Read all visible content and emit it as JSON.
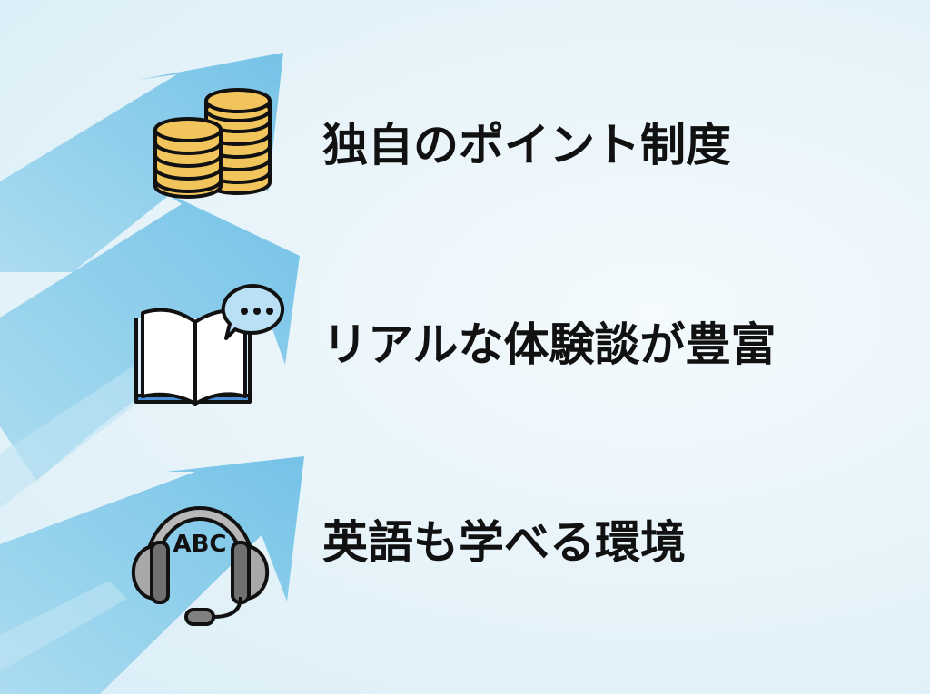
{
  "colors": {
    "background": "#e6f3f9",
    "arrow": "#7ec8e8",
    "arrow_light": "#a9dbf0",
    "coin": "#f2c55c",
    "text": "#111111"
  },
  "features": [
    {
      "icon": "coin-stack-icon",
      "label": "独自のポイント制度"
    },
    {
      "icon": "book-speech-bubble-icon",
      "label": "リアルな体験談が豊富"
    },
    {
      "icon": "headset-abc-icon",
      "label": "英語も学べる環境",
      "icon_text": "ABC"
    }
  ]
}
